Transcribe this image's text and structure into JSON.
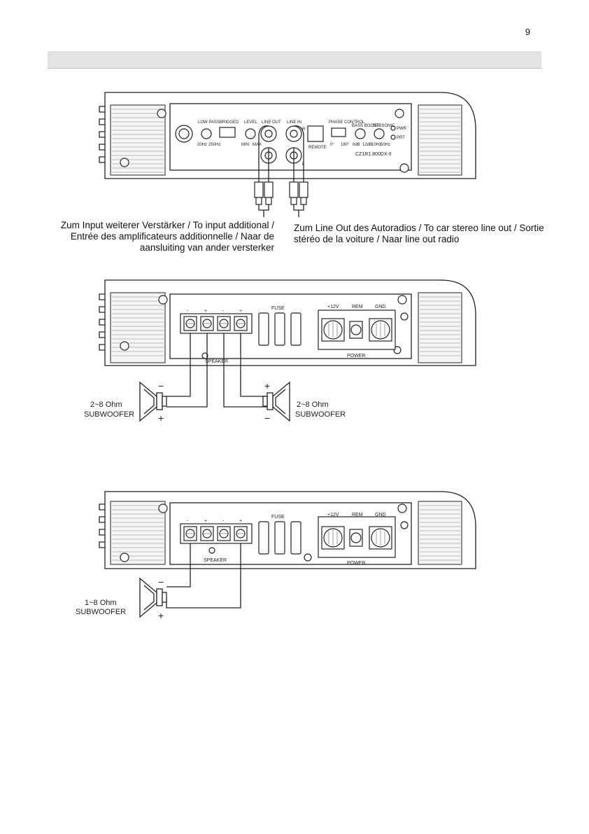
{
  "page": {
    "number": "9"
  },
  "panel1": {
    "labels": {
      "low_pass": "LOW PASS",
      "low_pass_min": "20Hz",
      "low_pass_max": "250Hz",
      "bridged": "BRIDGED",
      "level": "LEVEL",
      "level_min": "MIN",
      "level_max": "MAX",
      "line_out": "LINE OUT",
      "line_in": "LINE IN",
      "r": "R",
      "l": "L",
      "remote": "REMOTE",
      "phase_control": "PHASE CONTROL",
      "phase_0": "0°",
      "phase_180": "180°",
      "bass_boost": "BASS BOOST",
      "bass_min": "0dB",
      "bass_max": "12dB",
      "subsonic": "SUBSONIC",
      "sub_min": "10Hz",
      "sub_max": "50Hz",
      "pwr": "PWR",
      "prt": "PRT",
      "model": "CZ1R1.800DX-II"
    },
    "caption_left": "Zum Input weiterer Verstärker / To input additional / Entrée des amplificateurs additionnelle / Naar de aansluiting van ander versterker",
    "caption_right": "Zum Line Out des Autoradios / To car stereo line out / Sortie stéréo de la voiture / Naar line out radio"
  },
  "panel2": {
    "labels": {
      "minus1": "-",
      "plus1": "+",
      "minus2": "-",
      "plus2": "+",
      "speaker": "SPEAKER",
      "fuse": "FUSE",
      "v12": "+12V",
      "rem": "REM",
      "gnd": "GND",
      "power": "POWER"
    },
    "sub_left": {
      "ohm": "2~8 Ohm",
      "name": "SUBWOOFER",
      "top": "−",
      "bottom": "+"
    },
    "sub_right": {
      "ohm": "2~8 Ohm",
      "name": "SUBWOOFER",
      "top": "+",
      "bottom": "−"
    }
  },
  "panel3": {
    "labels": {
      "minus1": "-",
      "plus1": "+",
      "minus2": "-",
      "plus2": "+",
      "speaker": "SPEAKER",
      "fuse": "FUSE",
      "v12": "+12V",
      "rem": "REM",
      "gnd": "GND",
      "power": "POWER"
    },
    "sub": {
      "ohm": "1~8 Ohm",
      "name": "SUBWOOFER",
      "top": "−",
      "bottom": "+"
    }
  }
}
